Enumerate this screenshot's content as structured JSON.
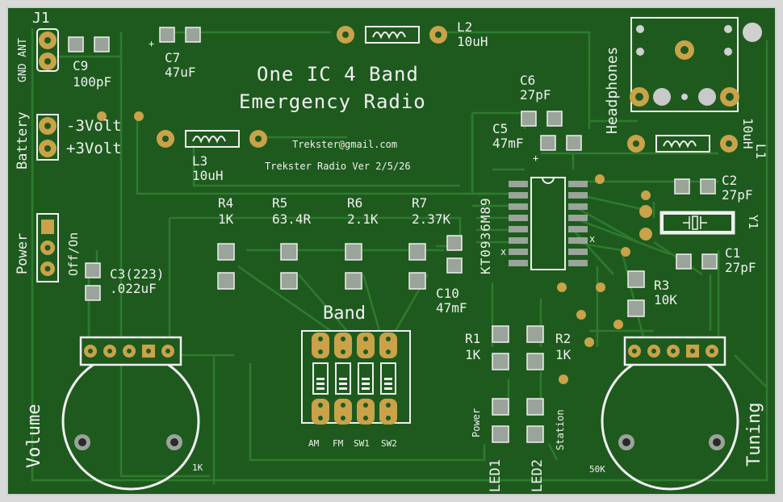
{
  "board": {
    "title_line1": "One IC 4 Band",
    "title_line2": "Emergency Radio",
    "email": "Trekster@gmail.com",
    "version": "Trekster Radio Ver 2/5/26",
    "colors": {
      "board": "#1e5a1e",
      "trace": "#2f7a2f",
      "silk": "#f0f0f0",
      "pad": "#c9a24a",
      "copper_mask": "#9aa49a"
    }
  },
  "labels": {
    "j1": "J1",
    "gnd_ant": "GND ANT",
    "battery": "Battery",
    "minus3v": "-3Volt",
    "plus3v": "+3Volt",
    "power": "Power",
    "off_on": "Off/On",
    "volume": "Volume",
    "tuning": "Tuning",
    "headphones": "Headphones",
    "band": "Band",
    "am": "AM",
    "fm": "FM",
    "sw1": "SW1",
    "sw2": "SW2",
    "ic": "KT0936M89",
    "pot_vol_value": "1K",
    "pot_tune_value": "50K",
    "power_led": "Power",
    "station_led": "Station",
    "led1": "LED1",
    "led2": "LED2",
    "x1": "x",
    "x2": "x",
    "plus_c7": "+",
    "plus_c5": "+"
  },
  "components": {
    "c9": {
      "ref": "C9",
      "value": "100pF"
    },
    "c7": {
      "ref": "C7",
      "value": "47uF"
    },
    "l2": {
      "ref": "L2",
      "value": "10uH"
    },
    "c6": {
      "ref": "C6",
      "value": "27pF"
    },
    "c5": {
      "ref": "C5",
      "value": "47mF"
    },
    "l3": {
      "ref": "L3",
      "value": "10uH"
    },
    "l1": {
      "ref": "L1",
      "value": "10uH"
    },
    "c2": {
      "ref": "C2",
      "value": "27pF"
    },
    "y1": {
      "ref": "Y1"
    },
    "c1": {
      "ref": "C1",
      "value": "27pF"
    },
    "r3": {
      "ref": "R3",
      "value": "10K"
    },
    "r4": {
      "ref": "R4",
      "value": "1K"
    },
    "r5": {
      "ref": "R5",
      "value": "63.4R"
    },
    "r6": {
      "ref": "R6",
      "value": "2.1K"
    },
    "r7": {
      "ref": "R7",
      "value": "2.37K"
    },
    "c10": {
      "ref": "C10",
      "value": "47mF"
    },
    "c3": {
      "ref": "C3(223)",
      "value": ".022uF"
    },
    "r1": {
      "ref": "R1",
      "value": "1K"
    },
    "r2": {
      "ref": "R2",
      "value": "1K"
    }
  }
}
